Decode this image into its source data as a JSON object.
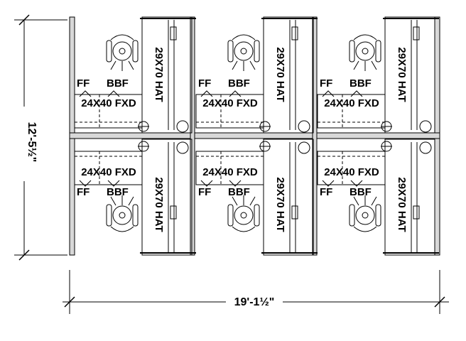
{
  "dimensions": {
    "height": "12'-5½\"",
    "width": "19'-1½\""
  },
  "labels": {
    "file_front": "FF",
    "box_box_file": "BBF",
    "worksurface": "24X40 FXD",
    "hat_unit": "29X70 HAT"
  },
  "layout": {
    "rows": 2,
    "columns": 3
  },
  "colors": {
    "line": "#000000",
    "panel_fill": "#d8d8d8",
    "background": "#ffffff"
  }
}
